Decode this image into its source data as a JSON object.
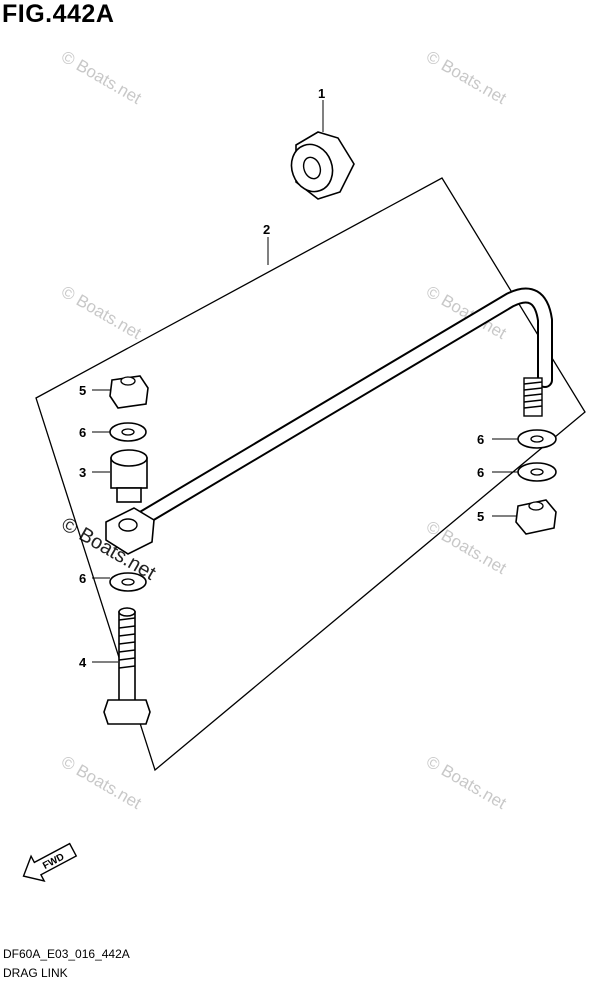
{
  "figure": {
    "title": "FIG.442A",
    "code": "DF60A_E03_016_442A",
    "name": "DRAG LINK"
  },
  "watermark": {
    "text": "© Boats.net"
  },
  "fwd_arrow": {
    "label": "FWD"
  },
  "callouts": {
    "part_1": "1",
    "part_2": "2",
    "part_3": "3",
    "part_4": "4",
    "part_5_left": "5",
    "part_5_right": "5",
    "part_6_left_top": "6",
    "part_6_left_bottom": "6",
    "part_6_right_top": "6",
    "part_6_right_bottom": "6"
  }
}
